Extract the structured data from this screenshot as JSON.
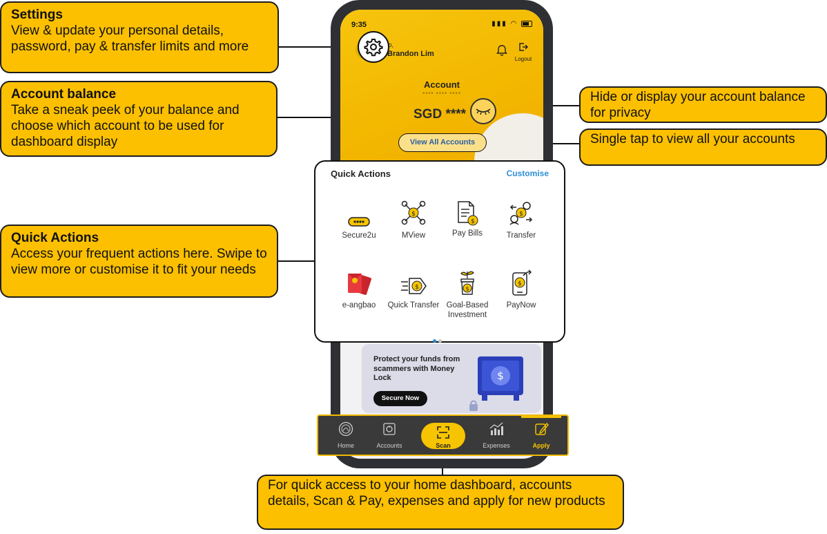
{
  "callouts": {
    "settings": {
      "title": "Settings",
      "body": "View & update your personal details, password, pay & transfer limits and more"
    },
    "balance": {
      "title": "Account balance",
      "body": "Take a sneak peek of your balance and choose which account to be used for dashboard display"
    },
    "quick_actions": {
      "title": "Quick Actions",
      "body": "Access your frequent actions here. Swipe to view more or customise it to fit your needs"
    },
    "hide_balance": {
      "body": "Hide or display your account balance for privacy"
    },
    "view_accounts": {
      "body": "Single tap to view all your accounts"
    },
    "navbar": {
      "body": "For quick access to your home dashboard, accounts details, Scan & Pay, expenses and apply for new products"
    }
  },
  "status_bar": {
    "time": "9:35"
  },
  "header": {
    "greeting": "Hello,",
    "user_name": "Brandon Lim",
    "logout_label": "Logout"
  },
  "account": {
    "title": "Account",
    "masked_number": "**** **** ****",
    "balance": "SGD ****",
    "view_all_label": "View All Accounts"
  },
  "quick_actions": {
    "title": "Quick Actions",
    "customise_label": "Customise",
    "items": [
      {
        "label": "Secure2u",
        "icon": "secure2u-icon"
      },
      {
        "label": "MView",
        "icon": "mview-icon"
      },
      {
        "label": "Pay Bills",
        "icon": "pay-bills-icon"
      },
      {
        "label": "Transfer",
        "icon": "transfer-icon"
      },
      {
        "label": "e-angbao",
        "icon": "e-angbao-icon"
      },
      {
        "label": "Quick Transfer",
        "icon": "quick-transfer-icon"
      },
      {
        "label": "Goal-Based Investment",
        "icon": "goal-investment-icon"
      },
      {
        "label": "PayNow",
        "icon": "paynow-icon"
      }
    ]
  },
  "promo": {
    "text": "Protect your funds from scammers with Money Lock",
    "button_label": "Secure Now"
  },
  "nav": {
    "home": "Home",
    "accounts": "Accounts",
    "scan": "Scan",
    "expenses": "Expenses",
    "apply": "Apply"
  },
  "colors": {
    "brand_yellow": "#fcc000",
    "link_blue": "#2e8fd6",
    "nav_dark": "#3a3a3a"
  }
}
